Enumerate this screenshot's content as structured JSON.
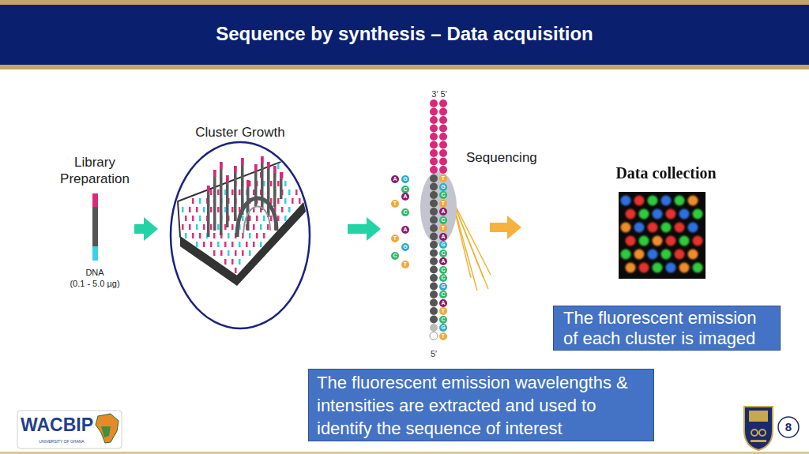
{
  "diagram": {
    "title": "Sequence by synthesis – Data acquisition",
    "nodes": [
      {
        "text": [
          "Library Preparation",
          "DNA",
          "(0.1 - 5.0 µg)"
        ]
      },
      {
        "text": [
          "Cluster Growth"
        ]
      },
      {
        "text": [
          "Sequencing"
        ]
      },
      {
        "text": [
          "Data collection"
        ]
      },
      {
        "text": [
          "The fluorescent emission of each cluster is imaged"
        ]
      },
      {
        "text": [
          "The fluorescent emission wavelengths & intensities are extracted and used to identify the sequence of interest"
        ]
      },
      {
        "text": [
          "8"
        ]
      }
    ],
    "edges": [
      {
        "from": 0,
        "to": 1,
        "arrow": "to"
      },
      {
        "from": 1,
        "to": 2,
        "arrow": "to"
      },
      {
        "from": 2,
        "to": 3,
        "arrow": "to"
      }
    ],
    "labels": [
      "3′ 5′",
      "A",
      "G",
      "C",
      "A",
      "T",
      "C",
      "A",
      "T",
      "G",
      "C",
      "T",
      "T",
      "G",
      "C",
      "T",
      "A",
      "C",
      "T",
      "A",
      "G",
      "C",
      "A",
      "C",
      "C",
      "G",
      "C",
      "A",
      "T",
      "C",
      "G",
      "T",
      "5′",
      "WACBIP",
      "UNIVERSITY OF GHANA"
    ]
  }
}
